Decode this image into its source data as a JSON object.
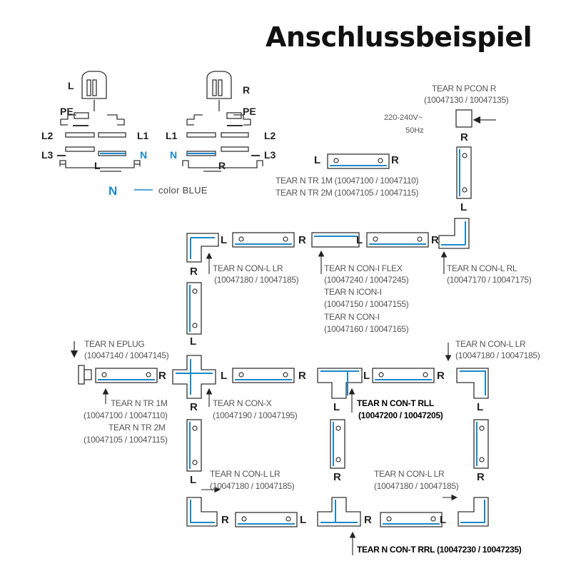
{
  "title": "Anschlussbeispiel",
  "phase": {
    "left_wires": [
      "L",
      "PE",
      "L2",
      "L1",
      "L3",
      "N",
      "L"
    ],
    "right_wires": [
      "R",
      "PE",
      "L1",
      "L2",
      "N",
      "L3",
      "R"
    ],
    "legend_symbol": "N",
    "legend_text": "color BLUE"
  },
  "supply": {
    "voltage": "220-240V~",
    "freq": "50Hz"
  },
  "labels": {
    "pcon": [
      "TEAR N PCON R",
      "(10047130 / 10047135)"
    ],
    "tr_top": [
      "TEAR N TR 1M (10047100 / 10047110)",
      "TEAR N TR 2M (10047105 / 10047115)"
    ],
    "conl_lr_top": [
      "TEAR N CON-L LR",
      "(10047180 / 10047185)"
    ],
    "coni": [
      "TEAR N CON-I FLEX",
      "(10047240 / 10047245)",
      "TEAR N ICON-I",
      "(10047150 / 10047155)",
      "TEAR N CON-I",
      "(10047160 / 10047165)"
    ],
    "conl_rl": [
      "TEAR N CON-L RL",
      "(10047170 / 10047175)"
    ],
    "eplug": [
      "TEAR N EPLUG",
      "(10047140 / 10047145)"
    ],
    "conl_lr_right": [
      "TEAR N CON-L LR",
      "(10047180 / 10047185)"
    ],
    "tr_left": [
      "TEAR N TR 1M",
      "(10047100 / 10047110)",
      "TEAR N TR 2M",
      "(10047105 / 10047115)"
    ],
    "conx": [
      "TEAR N CON-X",
      "(10047190 / 10047195)"
    ],
    "cont_rll": [
      "TEAR N CON-T RLL",
      "(10047200 / 10047205)"
    ],
    "conl_lr_bl": [
      "TEAR N CON-L LR",
      "(10047180 / 10047185)"
    ],
    "conl_lr_br": [
      "TEAR N CON-L LR",
      "(10047180 / 10047185)"
    ],
    "cont_rrl": "TEAR N CON-T RRL (10047230 / 10047235)"
  },
  "ends": {
    "L": "L",
    "R": "R"
  }
}
